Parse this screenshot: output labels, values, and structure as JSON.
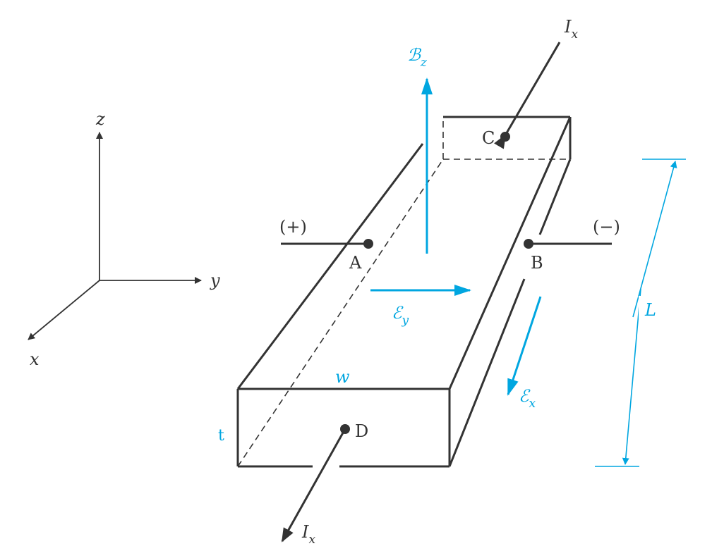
{
  "axes": {
    "z": "z",
    "y": "y",
    "x": "x"
  },
  "points": {
    "a": "A",
    "b": "B",
    "c": "C",
    "d": "D"
  },
  "terminals": {
    "plus": "(+)",
    "minus": "(−)"
  },
  "current": {
    "main": "I",
    "sub": "x"
  },
  "field_b": {
    "main": "ℬ",
    "sub": "z"
  },
  "field_ey": {
    "main": "ℰ",
    "sub": "y"
  },
  "field_ex": {
    "main": "ℰ",
    "sub": "x"
  },
  "dimensions": {
    "w": "w",
    "t": "t",
    "l": "L"
  },
  "colors": {
    "accent": "#00a6e0",
    "line": "#333333"
  }
}
